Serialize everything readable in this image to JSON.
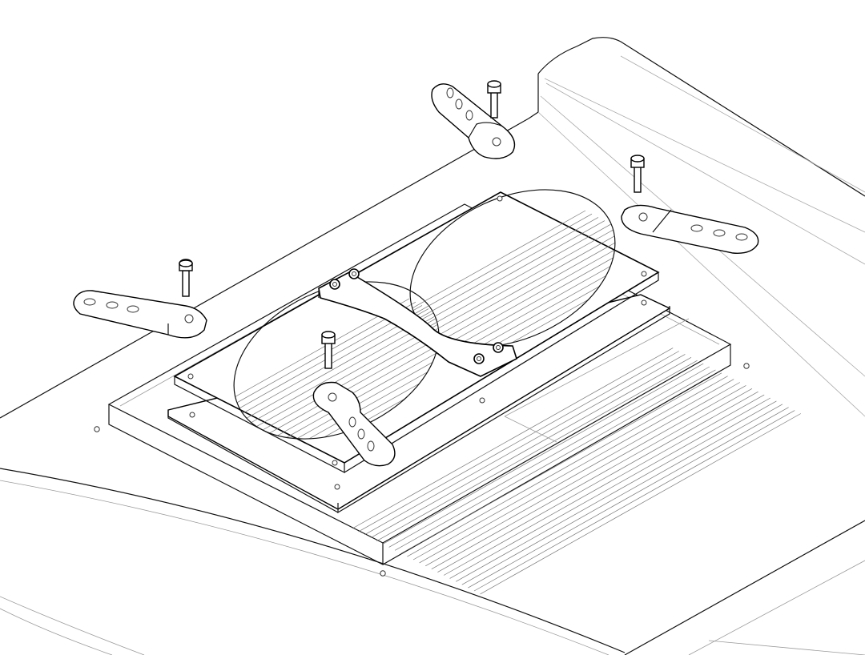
{
  "drawing": {
    "style": "isometric line drawing",
    "line_color": "#000000",
    "background_color": "#ffffff",
    "parts": [
      {
        "name": "dual-fan-bracket"
      },
      {
        "name": "fan-grill-frame"
      },
      {
        "name": "base-plate"
      },
      {
        "name": "mounting-arm",
        "count": 4
      },
      {
        "name": "socket-head-screw",
        "count": 4
      },
      {
        "name": "fan-cutout",
        "count": 2
      }
    ]
  }
}
